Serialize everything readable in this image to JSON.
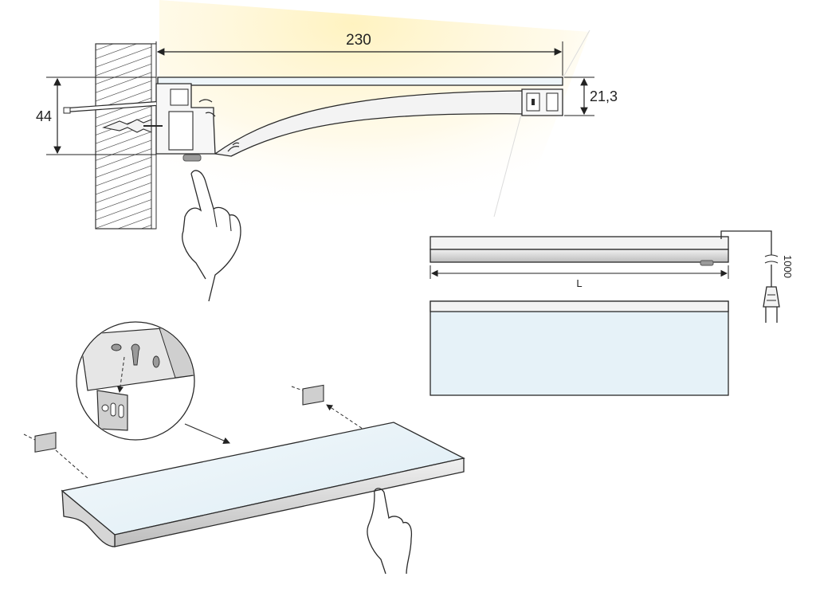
{
  "dimensions": {
    "width_label": "230",
    "height_label": "44",
    "profile_height_label": "21,3",
    "length_label": "L",
    "cable_length_label": "1000"
  },
  "colors": {
    "line": "#2a2a2a",
    "glow": "#fff3c4",
    "glass": "#e8f3f9",
    "profile": "#f2f2f2",
    "profile_shade": "#cfcfcf",
    "wall_hatch": "#333333"
  }
}
